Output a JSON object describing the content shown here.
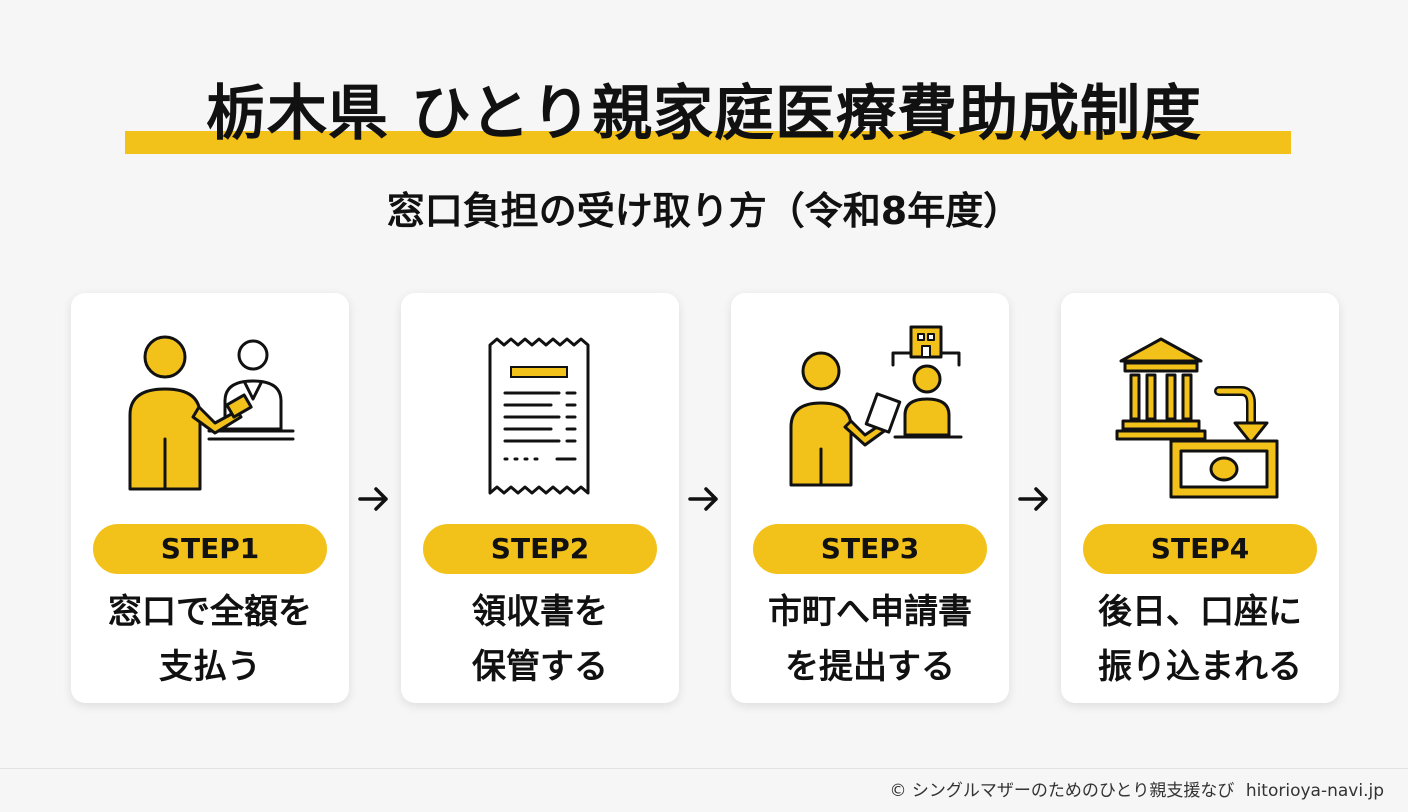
{
  "header": {
    "title": "栃木県 ひとり親家庭医療費助成制度",
    "subtitle": "窓口負担の受け取り方（令和8年度）"
  },
  "steps": [
    {
      "label": "STEP1",
      "line1": "窓口で全額を",
      "line2": "支払う",
      "icon": "payment-counter-icon"
    },
    {
      "label": "STEP2",
      "line1": "領収書を",
      "line2": "保管する",
      "icon": "receipt-icon"
    },
    {
      "label": "STEP3",
      "line1": "市町へ申請書",
      "line2": "を提出する",
      "icon": "submit-application-icon"
    },
    {
      "label": "STEP4",
      "line1": "後日、口座に",
      "line2": "振り込まれる",
      "icon": "bank-transfer-icon"
    }
  ],
  "footer": {
    "copyright": "© シングルマザーのためのひとり親支援なび",
    "site": "hitorioya-navi.jp"
  },
  "colors": {
    "accent": "#f2c21b",
    "text": "#111111",
    "card": "#ffffff",
    "background": "#f6f6f6"
  }
}
